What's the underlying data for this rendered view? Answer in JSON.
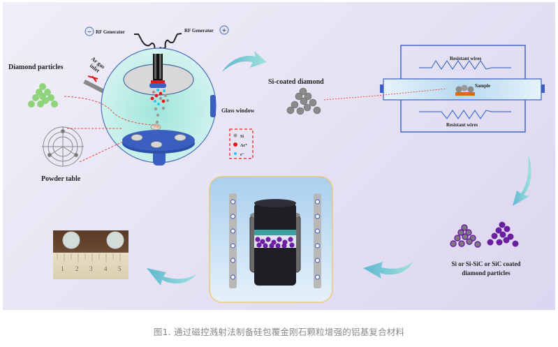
{
  "figure": {
    "labels": {
      "rf_generator_negative": "RF Generator",
      "rf_generator_positive": "RF Generator",
      "negative_symbol": "−",
      "positive_symbol": "+",
      "diamond_particles": "Diamond particles",
      "ar_gas_inlet_line1": "Ar gas",
      "ar_gas_inlet_line2": "inlet",
      "glass_window": "Glass window",
      "powder_table": "Powder table",
      "si_coated_diamond": "Si-coated diamond",
      "resistant_wires_top": "Resistant wires",
      "resistant_wires_bottom": "Resistant wires",
      "sample": "Sample",
      "coated_particles_line1": "Si or Si-SiC or SiC coated",
      "coated_particles_line2": "diamond particles"
    },
    "legend": [
      {
        "label": "Si",
        "color": "#9a9a9a"
      },
      {
        "label": "Ar⁺",
        "color": "#e8141c"
      },
      {
        "label": "e⁻",
        "color": "#28c8e8"
      }
    ],
    "ruler_numbers": [
      "1",
      "2",
      "3",
      "4",
      "5"
    ],
    "colors": {
      "chamber": "#bfeee8",
      "blue_part": "#3a5fc0",
      "arrow": "#6cc4d4",
      "diamond_green": "#8fd37a",
      "si_gray": "#8a8a8a",
      "coated_purple": "#6a1fa0",
      "dashed_red": "#e84040"
    }
  },
  "caption": "图1. 通过磁控溅射法制备硅包覆金刚石颗粒增强的铝基复合材料"
}
